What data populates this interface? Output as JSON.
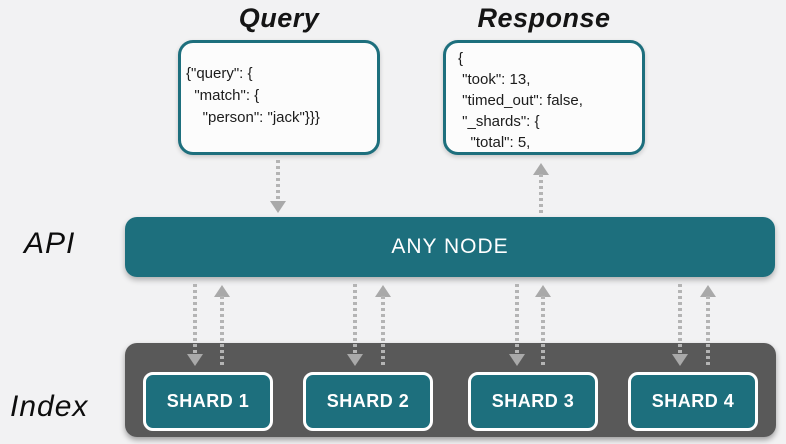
{
  "colors": {
    "background": "#f2f2f3",
    "teal": "#1d6f7d",
    "dark_bar": "#595959",
    "arrow_gray": "#b4b4b4",
    "code_box_bg": "#fcfcfc",
    "text_on_teal": "#ffffff"
  },
  "titles": {
    "query": "Query",
    "response": "Response"
  },
  "side_labels": {
    "api": "API",
    "index": "Index"
  },
  "query_box": {
    "lines": [
      "{\"query\": {",
      "  \"match\": {",
      "    \"person\": \"jack\"}}}"
    ]
  },
  "response_box": {
    "lines": [
      "{",
      " \"took\": 13,",
      " \"timed_out\": false,",
      " \"_shards\": {",
      "   \"total\": 5,"
    ]
  },
  "api_bar": {
    "label": "ANY NODE"
  },
  "index_bar": {
    "shards": [
      {
        "label": "SHARD 1"
      },
      {
        "label": "SHARD 2"
      },
      {
        "label": "SHARD 3"
      },
      {
        "label": "SHARD 4"
      }
    ]
  },
  "arrows": {
    "query_to_node": "dotted-down-arrow",
    "node_to_response": "dotted-up-arrow",
    "node_shard_links": "paired dotted down/up arrows for each shard"
  }
}
